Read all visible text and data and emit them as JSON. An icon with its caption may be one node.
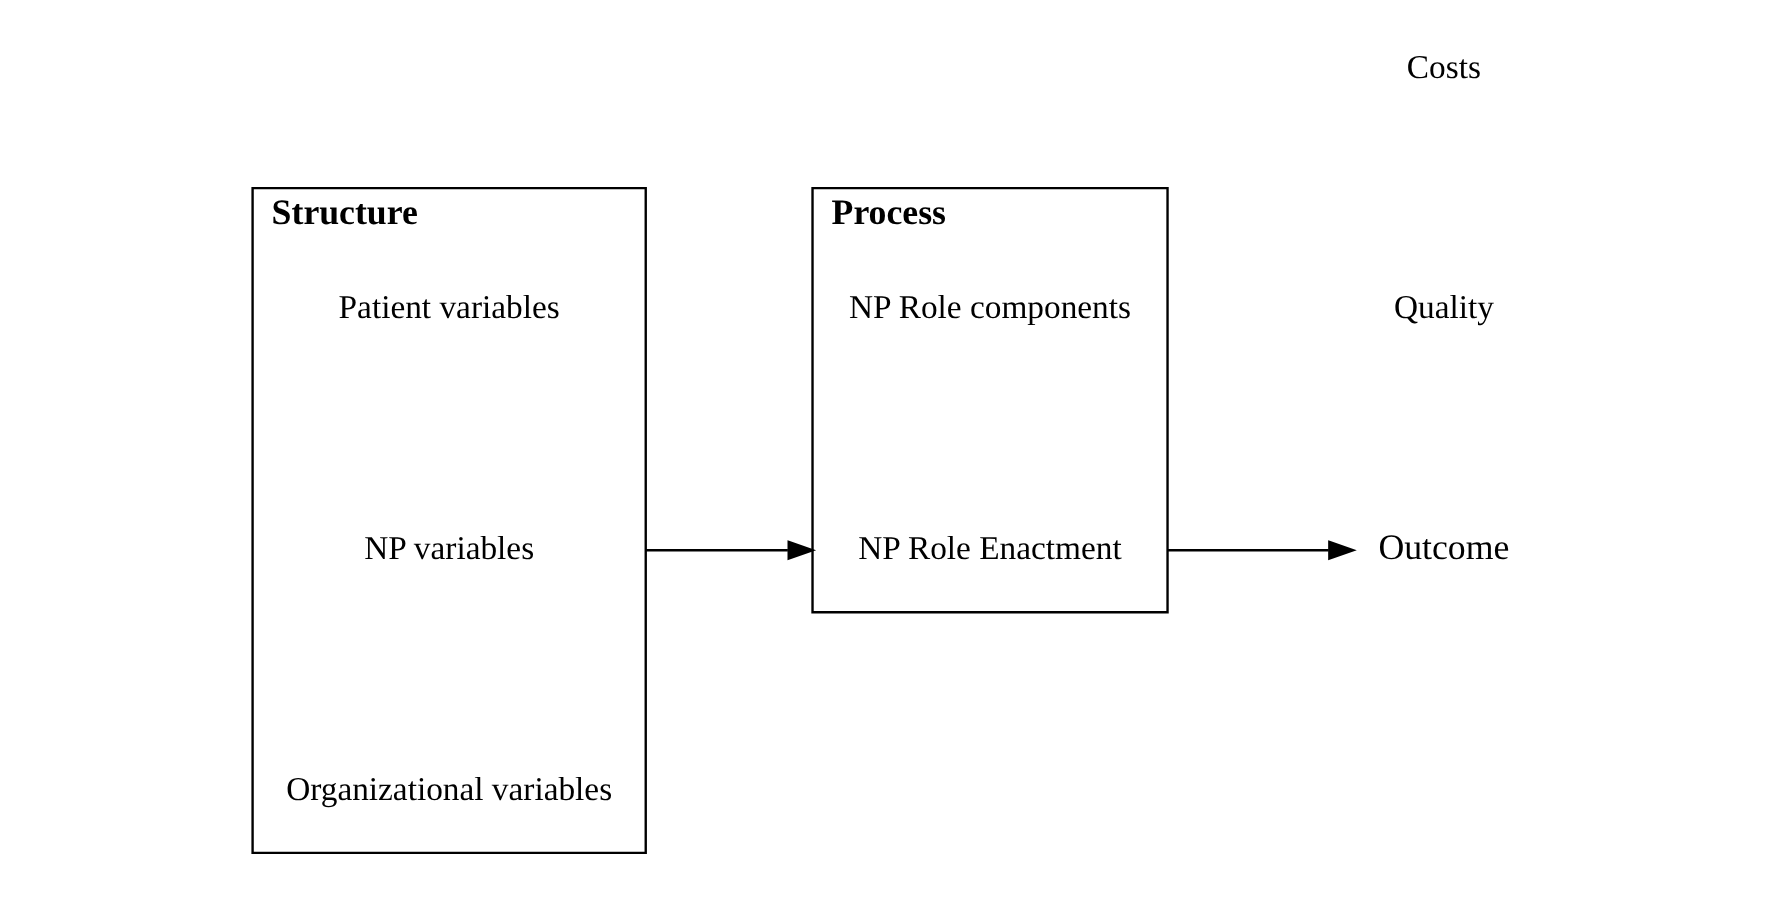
{
  "diagram": {
    "nodes": [
      {
        "text": [
          "Structure"
        ]
      },
      {
        "text": [
          "Patient variables"
        ],
        "in": 0
      },
      {
        "text": [
          "NP variables"
        ],
        "in": 0
      },
      {
        "text": [
          "Organizational variables"
        ],
        "in": 0
      },
      {
        "text": [
          "Process"
        ]
      },
      {
        "text": [
          "NP Role components"
        ],
        "in": 4
      },
      {
        "text": [
          "NP Role Enactment"
        ],
        "in": 4
      },
      {
        "text": [
          "Outcome"
        ]
      },
      {
        "text": [
          "Quality"
        ]
      },
      {
        "text": [
          "Costs"
        ]
      }
    ],
    "edges": [
      {
        "from": 0,
        "to": 4,
        "arrow": "to"
      },
      {
        "from": 4,
        "to": 7,
        "arrow": "to"
      }
    ]
  }
}
